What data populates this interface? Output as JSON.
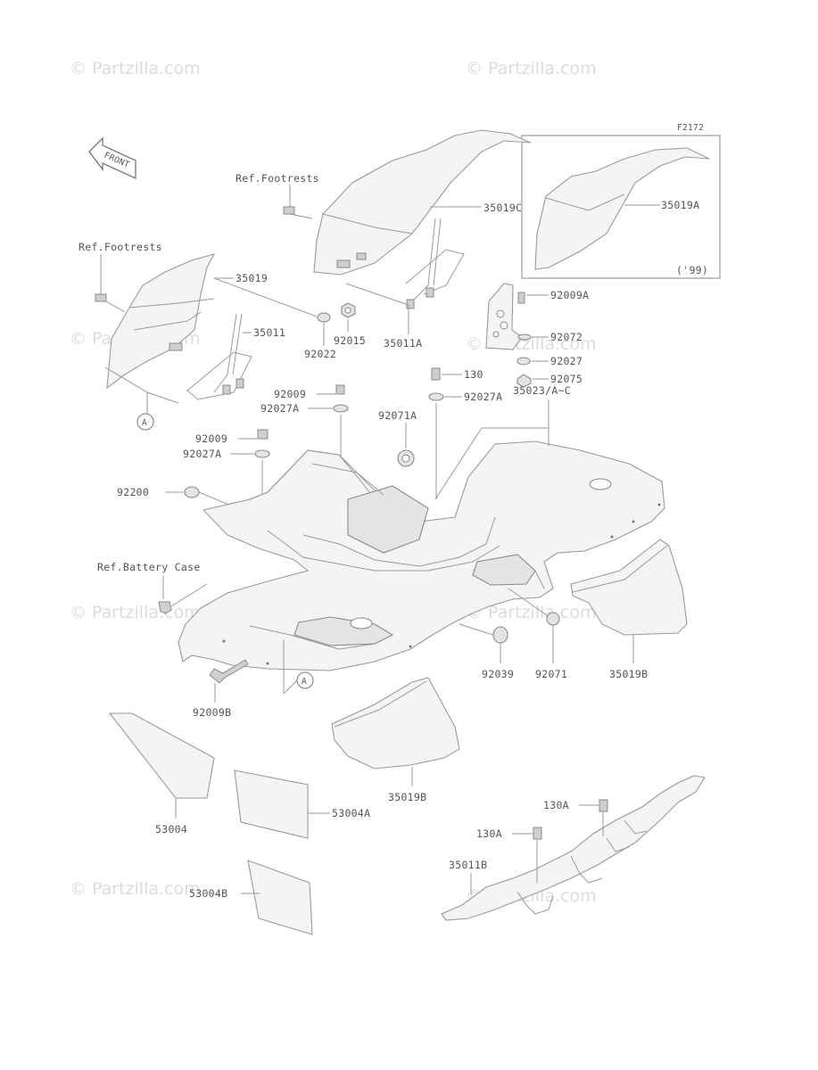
{
  "watermark": "© Partzilla.com",
  "diagram_code": "F2172",
  "inset_year": "('99)",
  "front_arrow_label": "FRONT",
  "ref_marker": "A",
  "labels": {
    "ref_footrests_top": "Ref.Footrests",
    "ref_footrests_left": "Ref.Footrests",
    "ref_battery_case": "Ref.Battery Case",
    "p35019C": "35019C",
    "p35019A": "35019A",
    "p35019": "35019",
    "p35011": "35011",
    "p92022": "92022",
    "p92015": "92015",
    "p35011A": "35011A",
    "p92009A": "92009A",
    "p92072": "92072",
    "p92027": "92027",
    "p92075": "92075",
    "p130": "130",
    "p92027A_right": "92027A",
    "p92009_a": "92009",
    "p92027A_a": "92027A",
    "p92071A": "92071A",
    "p35023": "35023/A~C",
    "p92009_b": "92009",
    "p92027A_b": "92027A",
    "p92200": "92200",
    "p92039": "92039",
    "p92071": "92071",
    "p35019B_right": "35019B",
    "p92009B": "92009B",
    "p35019B_center": "35019B",
    "p53004": "53004",
    "p53004A": "53004A",
    "p53004B": "53004B",
    "p130A_top": "130A",
    "p130A_left": "130A",
    "p35011B": "35011B"
  }
}
